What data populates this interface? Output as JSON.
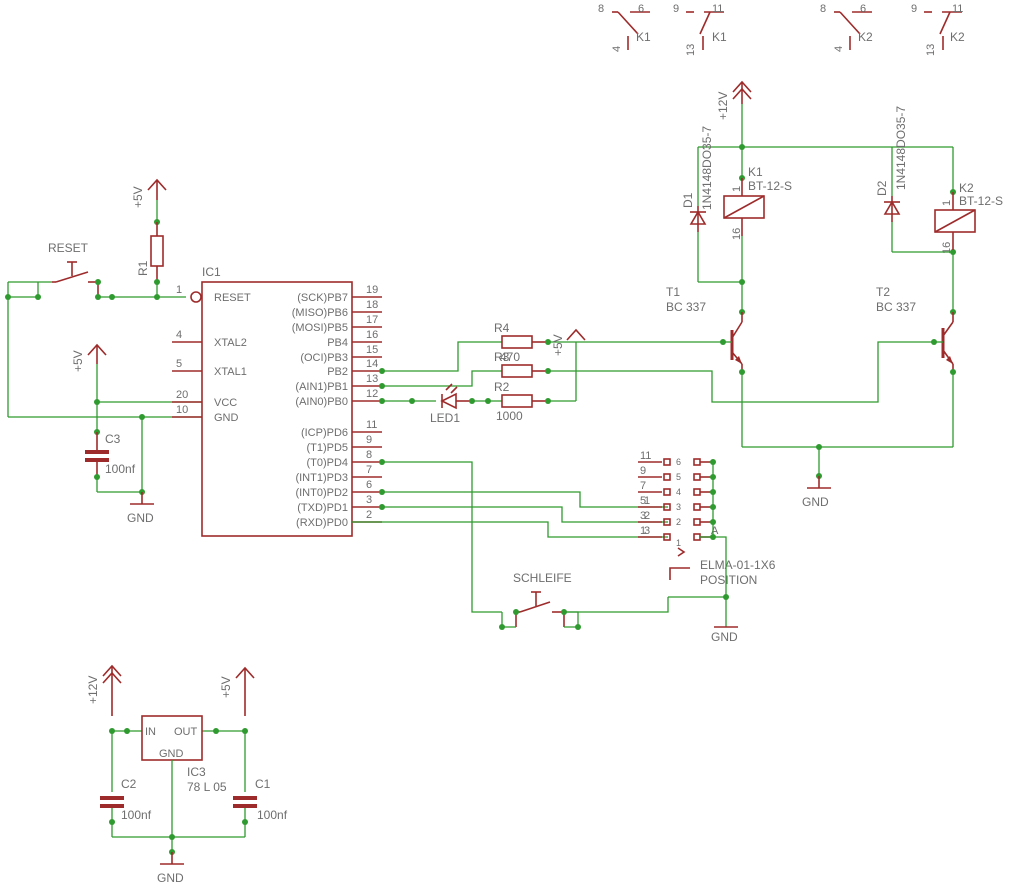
{
  "relay_contacts": [
    {
      "a": "8",
      "b": "6",
      "c": "4",
      "name": "K1"
    },
    {
      "a": "9",
      "b": "11",
      "c": "13",
      "name": "K1"
    },
    {
      "a": "8",
      "b": "6",
      "c": "4",
      "name": "K2"
    },
    {
      "a": "9",
      "b": "11",
      "c": "13",
      "name": "K2"
    }
  ],
  "supplies": {
    "p12v": "+12V",
    "p5v": "+5V",
    "gnd": "GND"
  },
  "reset": {
    "label": "RESET",
    "r1": "R1"
  },
  "ic1": {
    "name": "IC1",
    "left_pins": [
      {
        "num": "1",
        "label": "RESET"
      },
      {
        "num": "4",
        "label": "XTAL2"
      },
      {
        "num": "5",
        "label": "XTAL1"
      },
      {
        "num": "20",
        "label": "VCC"
      },
      {
        "num": "10",
        "label": "GND"
      }
    ],
    "right_pins": [
      {
        "num": "19",
        "label": "(SCK)PB7"
      },
      {
        "num": "18",
        "label": "(MISO)PB6"
      },
      {
        "num": "17",
        "label": "(MOSI)PB5"
      },
      {
        "num": "16",
        "label": "PB4"
      },
      {
        "num": "15",
        "label": "(OCI)PB3"
      },
      {
        "num": "14",
        "label": "PB2"
      },
      {
        "num": "13",
        "label": "(AIN1)PB1"
      },
      {
        "num": "12",
        "label": "(AIN0)PB0"
      },
      {
        "num": "11",
        "label": "(ICP)PD6"
      },
      {
        "num": "9",
        "label": "(T1)PD5"
      },
      {
        "num": "8",
        "label": "(T0)PD4"
      },
      {
        "num": "7",
        "label": "(INT1)PD3"
      },
      {
        "num": "6",
        "label": "(INT0)PD2"
      },
      {
        "num": "3",
        "label": "(TXD)PD1"
      },
      {
        "num": "2",
        "label": "(RXD)PD0"
      }
    ]
  },
  "c3": {
    "name": "C3",
    "value": "100nf"
  },
  "resistors": {
    "r4": "R4",
    "r3": "R3",
    "r3_value": "470",
    "r2": "R2",
    "r2_value": "1000"
  },
  "led": "LED1",
  "relays": [
    {
      "name": "K1",
      "type": "BT-12-S",
      "pin_top": "1",
      "pin_bottom": "16"
    },
    {
      "name": "K2",
      "type": "BT-12-S",
      "pin_top": "1",
      "pin_bottom": "16"
    }
  ],
  "diodes": [
    {
      "name": "D1",
      "type": "1N4148DO35-7"
    },
    {
      "name": "D2",
      "type": "1N4148DO35-7"
    }
  ],
  "transistors": [
    {
      "name": "T1",
      "type": "BC 337"
    },
    {
      "name": "T2",
      "type": "BC 337"
    }
  ],
  "connector": {
    "name": "ELMA-01-1X6",
    "value": "POSITION",
    "pins": [
      "11",
      "9",
      "7",
      "5",
      "3",
      "1"
    ],
    "inner": [
      "6",
      "5",
      "4",
      "3",
      "2",
      "1"
    ],
    "wire_nums": [
      "1",
      "2",
      "3"
    ],
    "a_label": "A"
  },
  "switch_schleife": "SCHLEIFE",
  "regulator": {
    "name": "IC3",
    "type": "78 L 05",
    "in": "IN",
    "out": "OUT",
    "gnd": "GND"
  },
  "c2": {
    "name": "C2",
    "value": "100nf"
  },
  "c1": {
    "name": "C1",
    "value": "100nf"
  }
}
